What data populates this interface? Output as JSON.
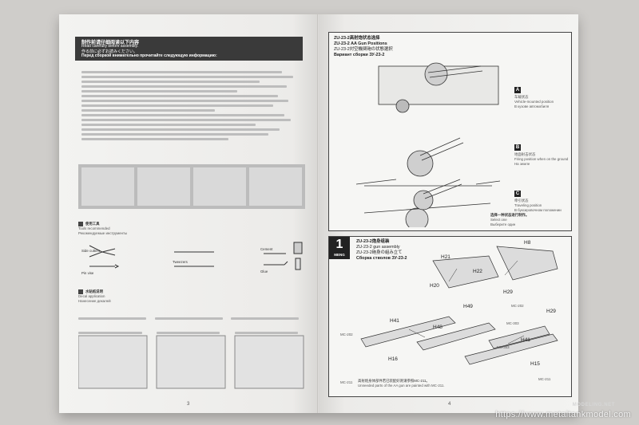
{
  "left_page": {
    "banner": {
      "cn": "制作前请仔细阅读以下内容",
      "en": "Read carefully before assembly.",
      "jp": "作る前に必ずお読みください。",
      "ru": "Перед сборкой внимательно прочитайте следующую информацию:"
    },
    "tools_heading": {
      "cn": "使用工具",
      "en": "Tools recommended",
      "ru": "Рекомендуемые инструменты"
    },
    "tools": [
      "Side cutters",
      "Pin vise",
      "Tweezers",
      "Cement",
      "Glue"
    ],
    "cement_heading": {
      "cn": "水贴纸说明",
      "en": "Decal application",
      "ru": "Нанесение декалей"
    },
    "page_number": "3"
  },
  "right_page": {
    "positions_title": {
      "cn": "ZU-23-2高射炮状态选择",
      "en": "ZU-23-2 AA Gun Positions",
      "jp": "ZU-23-2対空機関砲の状態選択",
      "ru": "Вариант сборки ЗУ-23-2"
    },
    "positions": [
      {
        "letter": "A",
        "cn": "车载状态",
        "en": "Vehicle-mounted position",
        "ru": "В кузове автомобиля"
      },
      {
        "letter": "B",
        "cn": "地面射击状态",
        "en": "Firing position when on the ground",
        "ru": "На земле"
      },
      {
        "letter": "C",
        "cn": "牵引状态",
        "en": "Traveling position",
        "ru": "В буксировочном положении"
      }
    ],
    "note": {
      "cn": "选择一种状态进行制作。",
      "en": "Select one",
      "ru": "Выберите один"
    },
    "step": {
      "number": "1",
      "brand": "MENG",
      "cn": "ZU-23-2炮身组装",
      "en": "ZU-23-2 gun assembly",
      "jp": "ZU-23-2砲身の組み立て",
      "ru": "Сборка стволов ЗУ-23-2"
    },
    "part_labels": [
      "H21",
      "H22",
      "H20",
      "H49",
      "H8",
      "H29",
      "H29",
      "H41",
      "H48",
      "H16",
      "H41",
      "H15",
      "MC-202",
      "MC-211",
      "MC-202",
      "MC-211",
      "MC-303",
      "MC-303"
    ],
    "footnote": {
      "cn": "高射炮身体部件若已装配好则请参照MC-211。",
      "en": "Unneeded parts of the AA gun are painted with MC-211."
    },
    "page_number": "4"
  },
  "watermark": "https://www.metaltankmodel.com",
  "watermark2": "MODELING.NET"
}
